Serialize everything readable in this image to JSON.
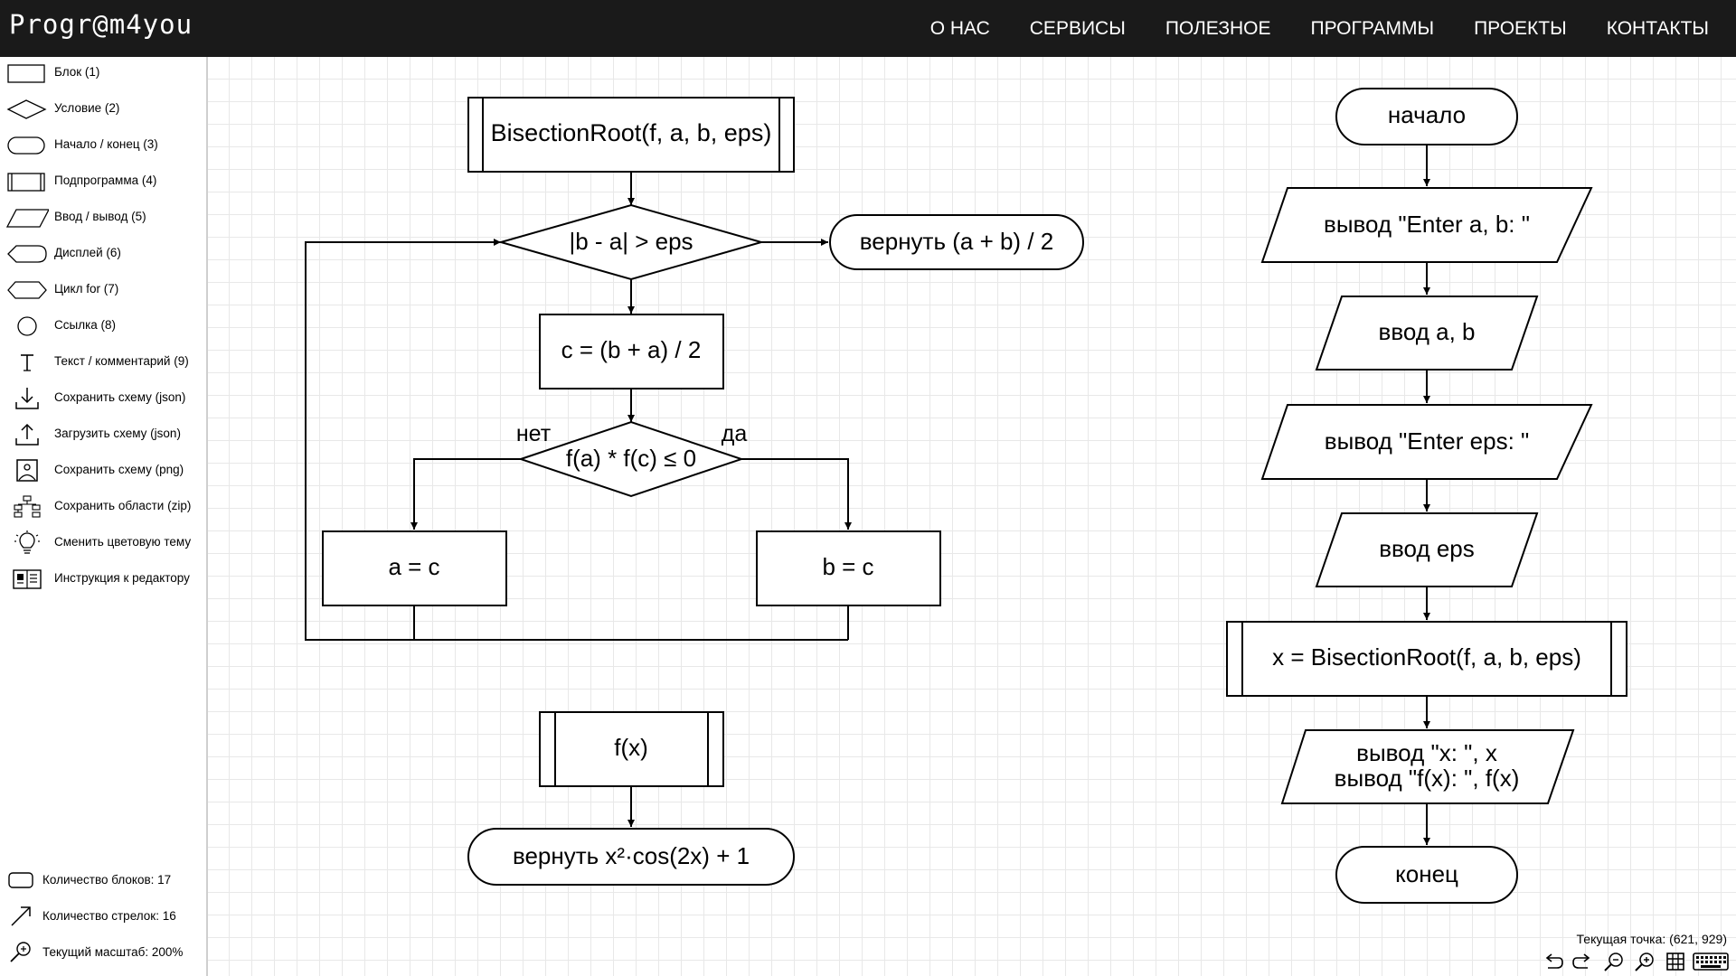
{
  "header": {
    "logo": "Progr@m4you",
    "nav": [
      "О НАС",
      "СЕРВИСЫ",
      "ПОЛЕЗНОЕ",
      "ПРОГРАММЫ",
      "ПРОЕКТЫ",
      "КОНТАКТЫ"
    ]
  },
  "sidebar": {
    "tools": [
      {
        "label": "Блок (1)",
        "icon": "block-icon"
      },
      {
        "label": "Условие (2)",
        "icon": "condition-icon"
      },
      {
        "label": "Начало / конец (3)",
        "icon": "start-end-icon"
      },
      {
        "label": "Подпрограмма (4)",
        "icon": "subroutine-icon"
      },
      {
        "label": "Ввод / вывод (5)",
        "icon": "io-icon"
      },
      {
        "label": "Дисплей (6)",
        "icon": "display-icon"
      },
      {
        "label": "Цикл for (7)",
        "icon": "for-loop-icon"
      },
      {
        "label": "Ссылка (8)",
        "icon": "link-icon"
      },
      {
        "label": "Текст / комментарий (9)",
        "icon": "text-icon"
      },
      {
        "label": "Сохранить схему (json)",
        "icon": "download-icon"
      },
      {
        "label": "Загрузить схему (json)",
        "icon": "upload-icon"
      },
      {
        "label": "Сохранить схему (png)",
        "icon": "image-icon"
      },
      {
        "label": "Сохранить области (zip)",
        "icon": "hierarchy-icon"
      },
      {
        "label": "Сменить цветовую тему",
        "icon": "lightbulb-icon"
      },
      {
        "label": "Инструкция к редактору",
        "icon": "manual-icon"
      }
    ],
    "stats": [
      {
        "label": "Количество блоков: 17",
        "icon": "block-count-icon"
      },
      {
        "label": "Количество стрелок: 16",
        "icon": "arrow-count-icon"
      },
      {
        "label": "Текущий масштаб: 200%",
        "icon": "zoom-icon"
      }
    ]
  },
  "diagram": {
    "blocks": {
      "bisection_header": "BisectionRoot(f, a, b, eps)",
      "loop_condition": "|b - a| > eps",
      "return_mid": "вернуть (a + b) / 2",
      "compute_c": "c = (b + a) / 2",
      "sign_condition": "f(a) * f(c) ≤ 0",
      "assign_a": "a = c",
      "assign_b": "b = c",
      "f_header": "f(x)",
      "f_return": "вернуть x²·cos(2x) + 1",
      "start": "начало",
      "output_ab": "вывод \"Enter a, b: \"",
      "input_ab": "ввод a, b",
      "output_eps": "вывод \"Enter eps: \"",
      "input_eps": "ввод eps",
      "call_bisection": "x = BisectionRoot(f, a, b, eps)",
      "output_result_line1": "вывод \"x: \", x",
      "output_result_line2": "вывод \"f(x): \", f(x)",
      "end": "конец"
    },
    "labels": {
      "no": "нет",
      "yes": "да"
    }
  },
  "status": {
    "current_point": "Текущая точка: (621, 929)"
  },
  "bottom_tools": [
    "undo-icon",
    "redo-icon",
    "zoom-out-icon",
    "zoom-in-icon",
    "grid-icon",
    "keyboard-icon"
  ]
}
